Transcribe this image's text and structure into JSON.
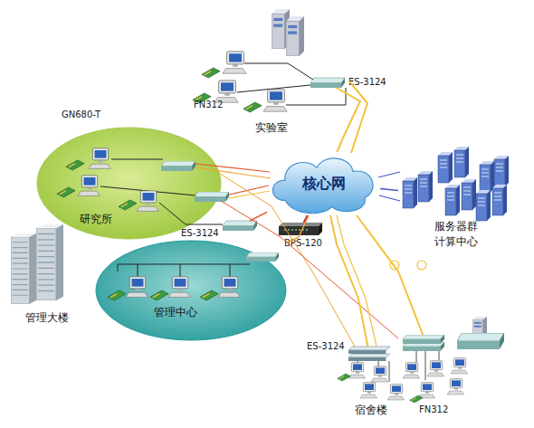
{
  "diagram": {
    "nodes": [
      {
        "text": [
          "ES-3124"
        ]
      },
      {
        "text": [
          "研究所"
        ]
      },
      {
        "text": [
          "核心网"
        ]
      },
      {
        "text": [
          "服务器群 计算中心"
        ]
      },
      {
        "text": [
          "ES-3124"
        ]
      },
      {
        "text": [
          "BPS-120"
        ]
      },
      {
        "text": [
          "管理中心"
        ]
      },
      {
        "text": [
          "ES-3124"
        ]
      }
    ],
    "edges": [
      {
        "from": 0,
        "to": 2,
        "arrow": "none"
      },
      {
        "from": 3,
        "to": 2,
        "arrow": "none"
      },
      {
        "from": 4,
        "to": 2,
        "arrow": "none"
      },
      {
        "from": 5,
        "to": 2,
        "arrow": "none"
      },
      {
        "from": 6,
        "to": 2,
        "arrow": "none"
      },
      {
        "from": 7,
        "to": 2,
        "arrow": "none"
      }
    ],
    "labels": [
      "FN312",
      "实验室",
      "GN680-T",
      "管理大楼",
      "宿舍楼",
      "FN312"
    ]
  }
}
